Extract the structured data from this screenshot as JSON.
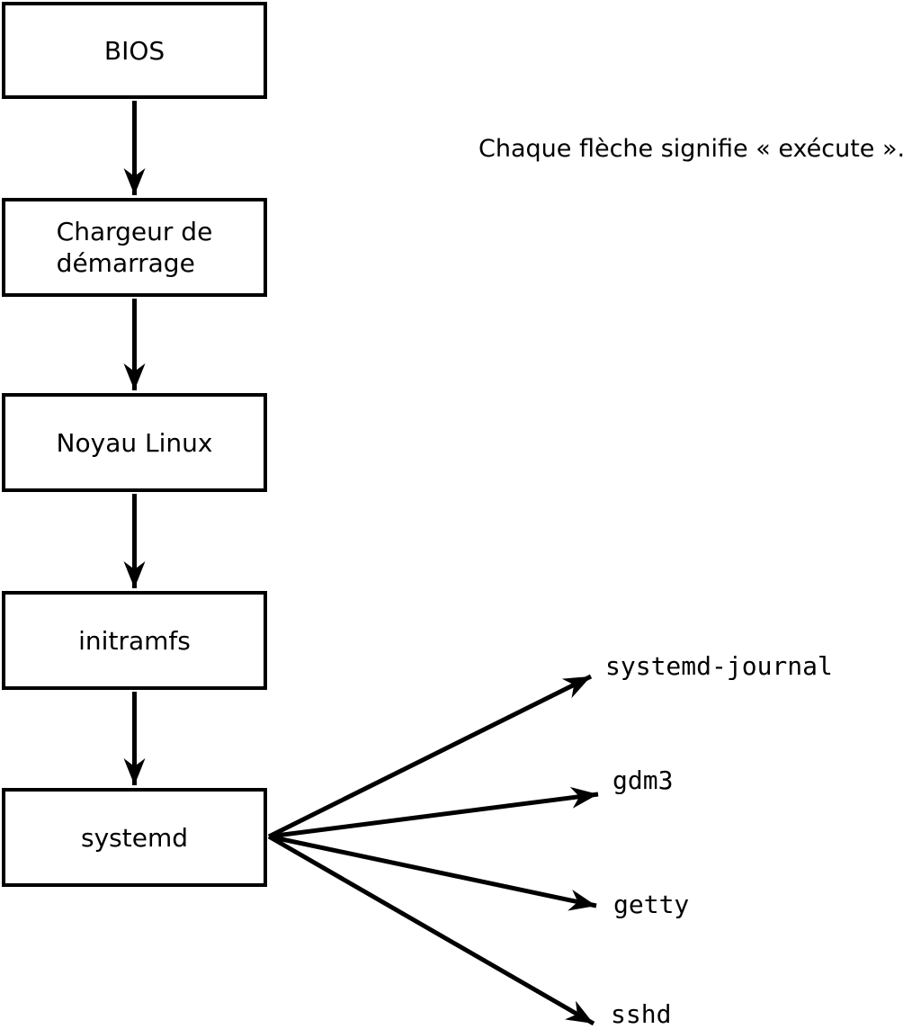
{
  "diagram": {
    "title_note": "Chaque flèche signifie « exécute ».",
    "boxes": [
      {
        "id": "bios",
        "label": "BIOS"
      },
      {
        "id": "bootloader",
        "label": "Chargeur de\ndémarrage"
      },
      {
        "id": "kernel",
        "label": "Noyau Linux"
      },
      {
        "id": "initramfs",
        "label": "initramfs"
      },
      {
        "id": "systemd",
        "label": "systemd"
      }
    ],
    "processes": [
      {
        "id": "systemd-journal",
        "label": "systemd-journal"
      },
      {
        "id": "gdm3",
        "label": "gdm3"
      },
      {
        "id": "getty",
        "label": "getty"
      },
      {
        "id": "sshd",
        "label": "sshd"
      }
    ],
    "edges": [
      {
        "from": "BIOS",
        "to": "Chargeur de démarrage",
        "meaning": "exécute"
      },
      {
        "from": "Chargeur de démarrage",
        "to": "Noyau Linux",
        "meaning": "exécute"
      },
      {
        "from": "Noyau Linux",
        "to": "initramfs",
        "meaning": "exécute"
      },
      {
        "from": "initramfs",
        "to": "systemd",
        "meaning": "exécute"
      },
      {
        "from": "systemd",
        "to": "systemd-journal",
        "meaning": "exécute"
      },
      {
        "from": "systemd",
        "to": "gdm3",
        "meaning": "exécute"
      },
      {
        "from": "systemd",
        "to": "getty",
        "meaning": "exécute"
      },
      {
        "from": "systemd",
        "to": "sshd",
        "meaning": "exécute"
      }
    ],
    "colors": {
      "line": "#000000",
      "background": "#ffffff",
      "box_fill": "#ffffff",
      "text": "#000000"
    }
  }
}
